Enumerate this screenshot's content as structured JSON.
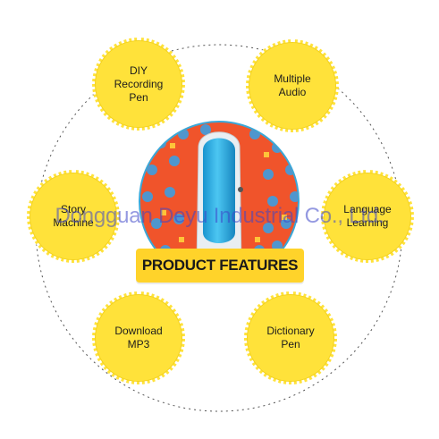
{
  "banner": {
    "label": "PRODUCT FEATURES"
  },
  "features": [
    {
      "label": "DIY\nRecording\nPen"
    },
    {
      "label": "Multiple\nAudio"
    },
    {
      "label": "Story\nMachine"
    },
    {
      "label": "Language\nLearning"
    },
    {
      "label": "Download\nMP3"
    },
    {
      "label": "Dictionary\nPen"
    }
  ],
  "watermark": {
    "text": "Dongguan Deyu Industrial Co., Ltd."
  },
  "colors": {
    "feature_fill": "#ffe23a",
    "banner_fill": "#ffd32a",
    "pen_blue": "#2fb3e6",
    "pad_orange": "#f0542b"
  }
}
